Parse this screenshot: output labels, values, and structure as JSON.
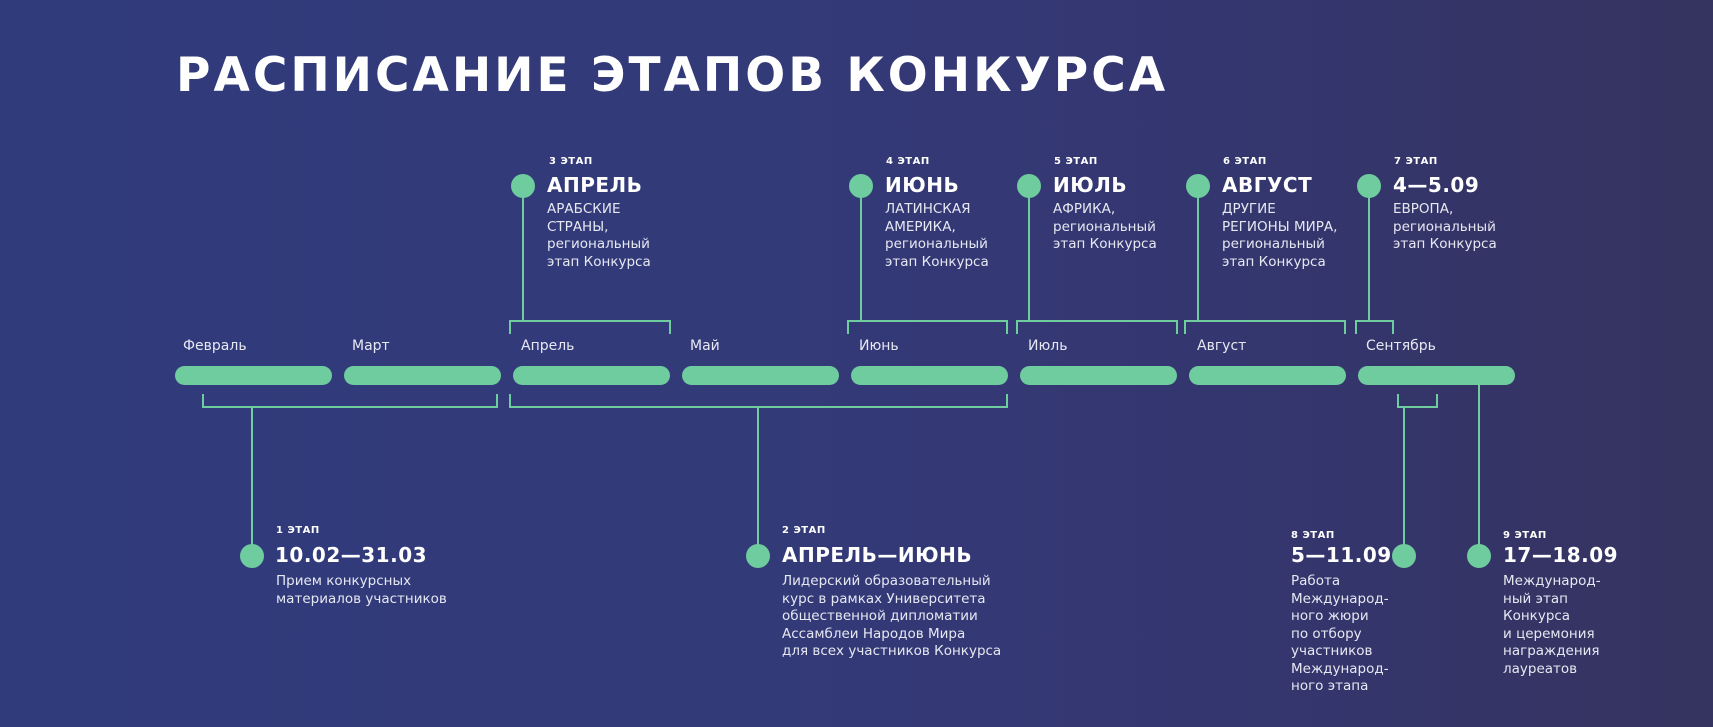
{
  "title": "РАСПИСАНИЕ ЭТАПОВ КОНКУРСА",
  "colors": {
    "accent": "#6fcc9f",
    "background": "#303b7c"
  },
  "months": [
    "Февраль",
    "Март",
    "Апрель",
    "Май",
    "Июнь",
    "Июль",
    "Август",
    "Сентябрь"
  ],
  "stages": [
    {
      "label": "1 ЭТАП",
      "title": "10.02—31.03",
      "description": "Прием конкурсных\nматериалов участников"
    },
    {
      "label": "2 ЭТАП",
      "title": "АПРЕЛЬ—ИЮНЬ",
      "description": "Лидерский образовательный\nкурс в рамках Университета\nобщественной дипломатии\nАссамблеи Народов Мира\nдля всех участников Конкурса"
    },
    {
      "label": "3 ЭТАП",
      "title": "АПРЕЛЬ",
      "description": "АРАБСКИЕ\nСТРАНЫ,\nрегиональный\nэтап Конкурса"
    },
    {
      "label": "4 ЭТАП",
      "title": "ИЮНЬ",
      "description": "ЛАТИНСКАЯ\nАМЕРИКА,\nрегиональный\nэтап Конкурса"
    },
    {
      "label": "5 ЭТАП",
      "title": "ИЮЛЬ",
      "description": "АФРИКА,\nрегиональный\nэтап Конкурса"
    },
    {
      "label": "6 ЭТАП",
      "title": "АВГУСТ",
      "description": "ДРУГИЕ\nРЕГИОНЫ МИРА,\nрегиональный\nэтап Конкурса"
    },
    {
      "label": "7 ЭТАП",
      "title": "4—5.09",
      "description": "ЕВРОПА,\nрегиональный\nэтап Конкурса"
    },
    {
      "label": "8 ЭТАП",
      "title": "5—11.09",
      "description": "Работа\nМеждународ-\nного жюри\nпо отбору\nучастников\nМеждународ-\nного этапа"
    },
    {
      "label": "9 ЭТАП",
      "title": "17—18.09",
      "description": "Международ-\nный этап\nКонкурса\nи церемония\nнаграждения\nлауреатов"
    }
  ]
}
